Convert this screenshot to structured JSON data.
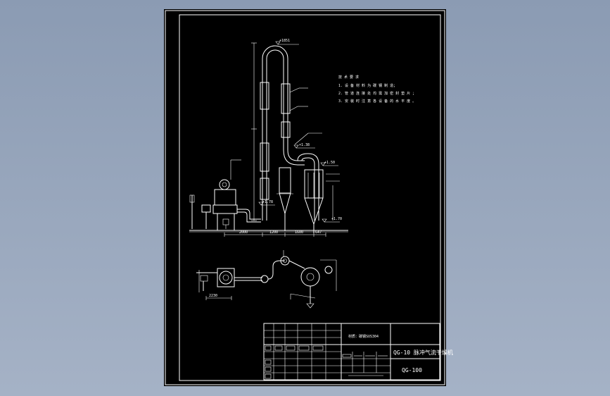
{
  "drawing": {
    "elevations": {
      "top": "+1851",
      "mid": "+1.38",
      "cyclone_top": "+1.50",
      "feed": "+1.78",
      "bag": "+1.70"
    },
    "dimensions": {
      "d1": "2000",
      "d2": "1200",
      "d3": "1600",
      "d4": "647",
      "plan": "2230"
    },
    "notes": {
      "title": "技 术 要 求",
      "line1": "1. 设 备 材 料 为 碳 钢 制 造；",
      "line2": "2. 管 道 连 接 处 均 需 加 密 封 垫 片 ；",
      "line3": "3. 安 装 时 注 意 各 设 备 的 水 平 度 。"
    }
  },
  "title_block": {
    "material": "材质：碳钢SUS304",
    "name": "QG-10 脉冲气流干燥机",
    "code": "QG-100"
  }
}
